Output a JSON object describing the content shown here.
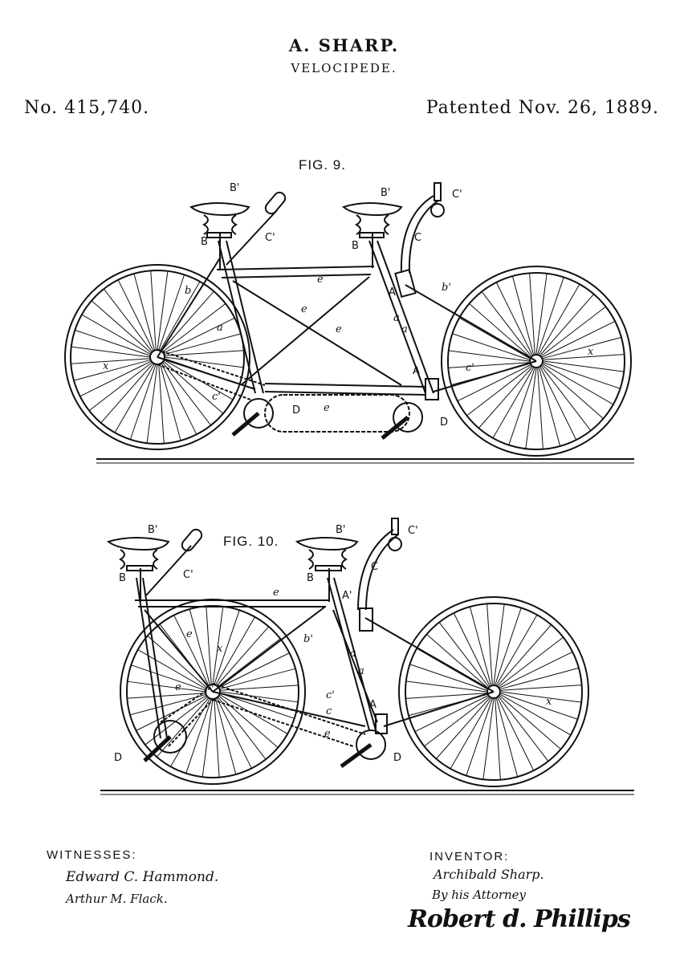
{
  "header": {
    "inventor": "A. SHARP.",
    "title": "VELOCIPEDE.",
    "patent_number": "No. 415,740.",
    "patent_date": "Patented Nov. 26, 1889."
  },
  "figures": [
    {
      "label": "FIG. 9.",
      "part_labels": [
        "B'",
        "B'",
        "C'",
        "B",
        "C'",
        "B",
        "C",
        "e",
        "A",
        "b'",
        "b",
        "e",
        "a",
        "e",
        "a",
        "a",
        "x",
        "A",
        "x",
        "c'",
        "c'",
        "e",
        "D",
        "D"
      ]
    },
    {
      "label": "FIG. 10.",
      "part_labels": [
        "B'",
        "B'",
        "C'",
        "C'",
        "B",
        "B",
        "C",
        "e",
        "A'",
        "e",
        "x",
        "b'",
        "a",
        "a",
        "e",
        "c'",
        "A",
        "x",
        "c",
        "e",
        "D",
        "D"
      ]
    }
  ],
  "footer": {
    "witnesses_label": "WITNESSES:",
    "witness_1": "Edward C. Hammond.",
    "witness_2": "Arthur M. Flack.",
    "inventor_label": "INVENTOR:",
    "inventor_signature": "Archibald Sharp.",
    "by_attorney": "By his Attorney",
    "attorney_signature": "Robert d. Phillips"
  },
  "colors": {
    "ink": "#111111",
    "paper": "#ffffff"
  }
}
